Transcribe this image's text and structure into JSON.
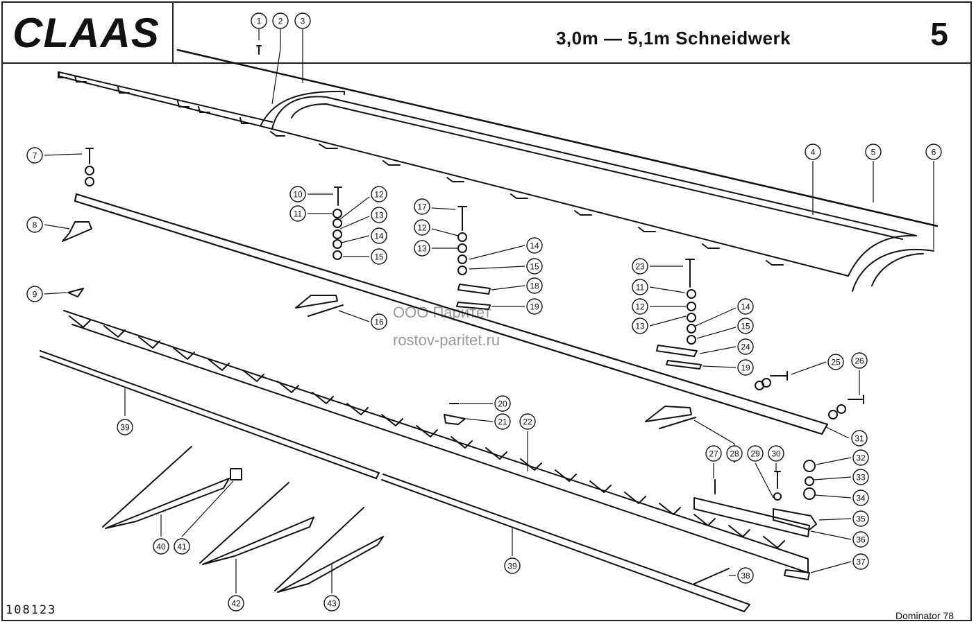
{
  "header": {
    "brand": "CLAAS",
    "title": "3,0m — 5,1m Schneidwerk",
    "page_number": "5"
  },
  "footer": {
    "document_number": "108123",
    "model": "Dominator 78"
  },
  "watermark": {
    "line1": "ООО Паритет",
    "line2": "rostov-paritet.ru"
  },
  "callouts": [
    "1",
    "2",
    "3",
    "4",
    "5",
    "6",
    "7",
    "8",
    "9",
    "10",
    "11",
    "12",
    "13",
    "14",
    "15",
    "16",
    "17",
    "12",
    "13",
    "14",
    "15",
    "18",
    "19",
    "23",
    "11",
    "12",
    "13",
    "14",
    "15",
    "24",
    "19",
    "25",
    "26",
    "31",
    "20",
    "21",
    "22",
    "27",
    "28",
    "29",
    "30",
    "32",
    "33",
    "34",
    "35",
    "36",
    "37",
    "38",
    "39",
    "39",
    "40",
    "41",
    "42",
    "43"
  ]
}
